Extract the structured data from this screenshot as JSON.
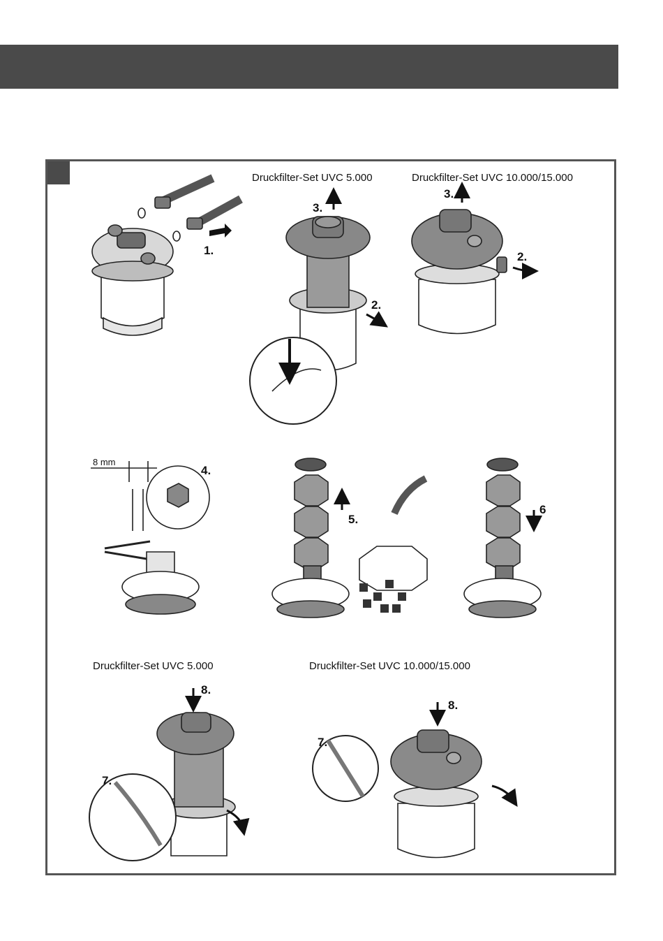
{
  "captions": {
    "top_uvc5000": "Druckfilter-Set UVC 5.000",
    "top_uvc10000": "Druckfilter-Set UVC 10.000/15.000",
    "bottom_uvc5000": "Druckfilter-Set UVC 5.000",
    "bottom_uvc10000": "Druckfilter-Set UVC 10.000/15.000"
  },
  "steps": {
    "s1": "1.",
    "s2a": "2.",
    "s3a": "3.",
    "s3b": "3.",
    "s2b": "2.",
    "s4": "4.",
    "s5": "5.",
    "s6": "6",
    "s8a": "8.",
    "s7a": "7.",
    "s8b": "8.",
    "s7b": "7."
  },
  "dimension": "8 mm"
}
